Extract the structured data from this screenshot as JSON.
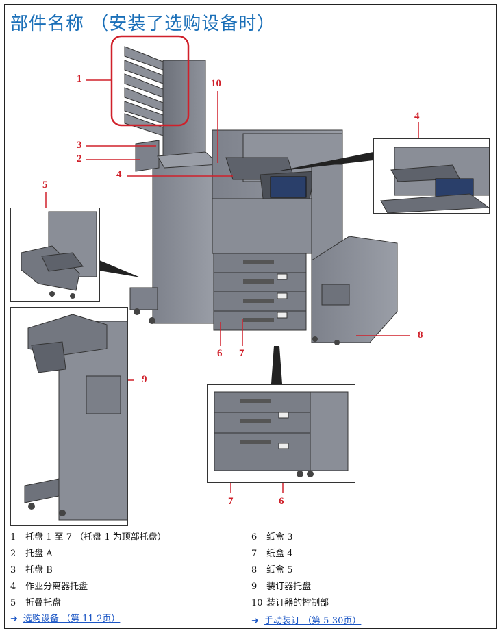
{
  "title": "部件名称 （安装了选购设备时）",
  "callouts": {
    "c1": "1",
    "c2": "2",
    "c3": "3",
    "c4_main": "4",
    "c4_inset": "4",
    "c5": "5",
    "c6_main": "6",
    "c7_main": "7",
    "c8": "8",
    "c9": "9",
    "c10": "10",
    "c7_inset": "7",
    "c6_inset": "6"
  },
  "legend_left": [
    {
      "num": "1",
      "text": "托盘 1 至 7 （托盘 1 为顶部托盘）"
    },
    {
      "num": "2",
      "text": "托盘 A"
    },
    {
      "num": "3",
      "text": "托盘 B"
    },
    {
      "num": "4",
      "text": "作业分离器托盘"
    },
    {
      "num": "5",
      "text": "折叠托盘"
    }
  ],
  "legend_right": [
    {
      "num": "6",
      "text": "纸盒 3"
    },
    {
      "num": "7",
      "text": "纸盒 4"
    },
    {
      "num": "8",
      "text": "纸盒 5"
    },
    {
      "num": "9",
      "text": "装订器托盘"
    },
    {
      "num": "10",
      "text": "装订器的控制部"
    }
  ],
  "links": {
    "left": "选购设备 （第 11-2页）",
    "right": "手动装订 （第 5-30页）"
  },
  "colors": {
    "title": "#1a6fb8",
    "callout": "#d0202a",
    "link": "#1a55c4",
    "body_gray": "#8a8d96"
  }
}
